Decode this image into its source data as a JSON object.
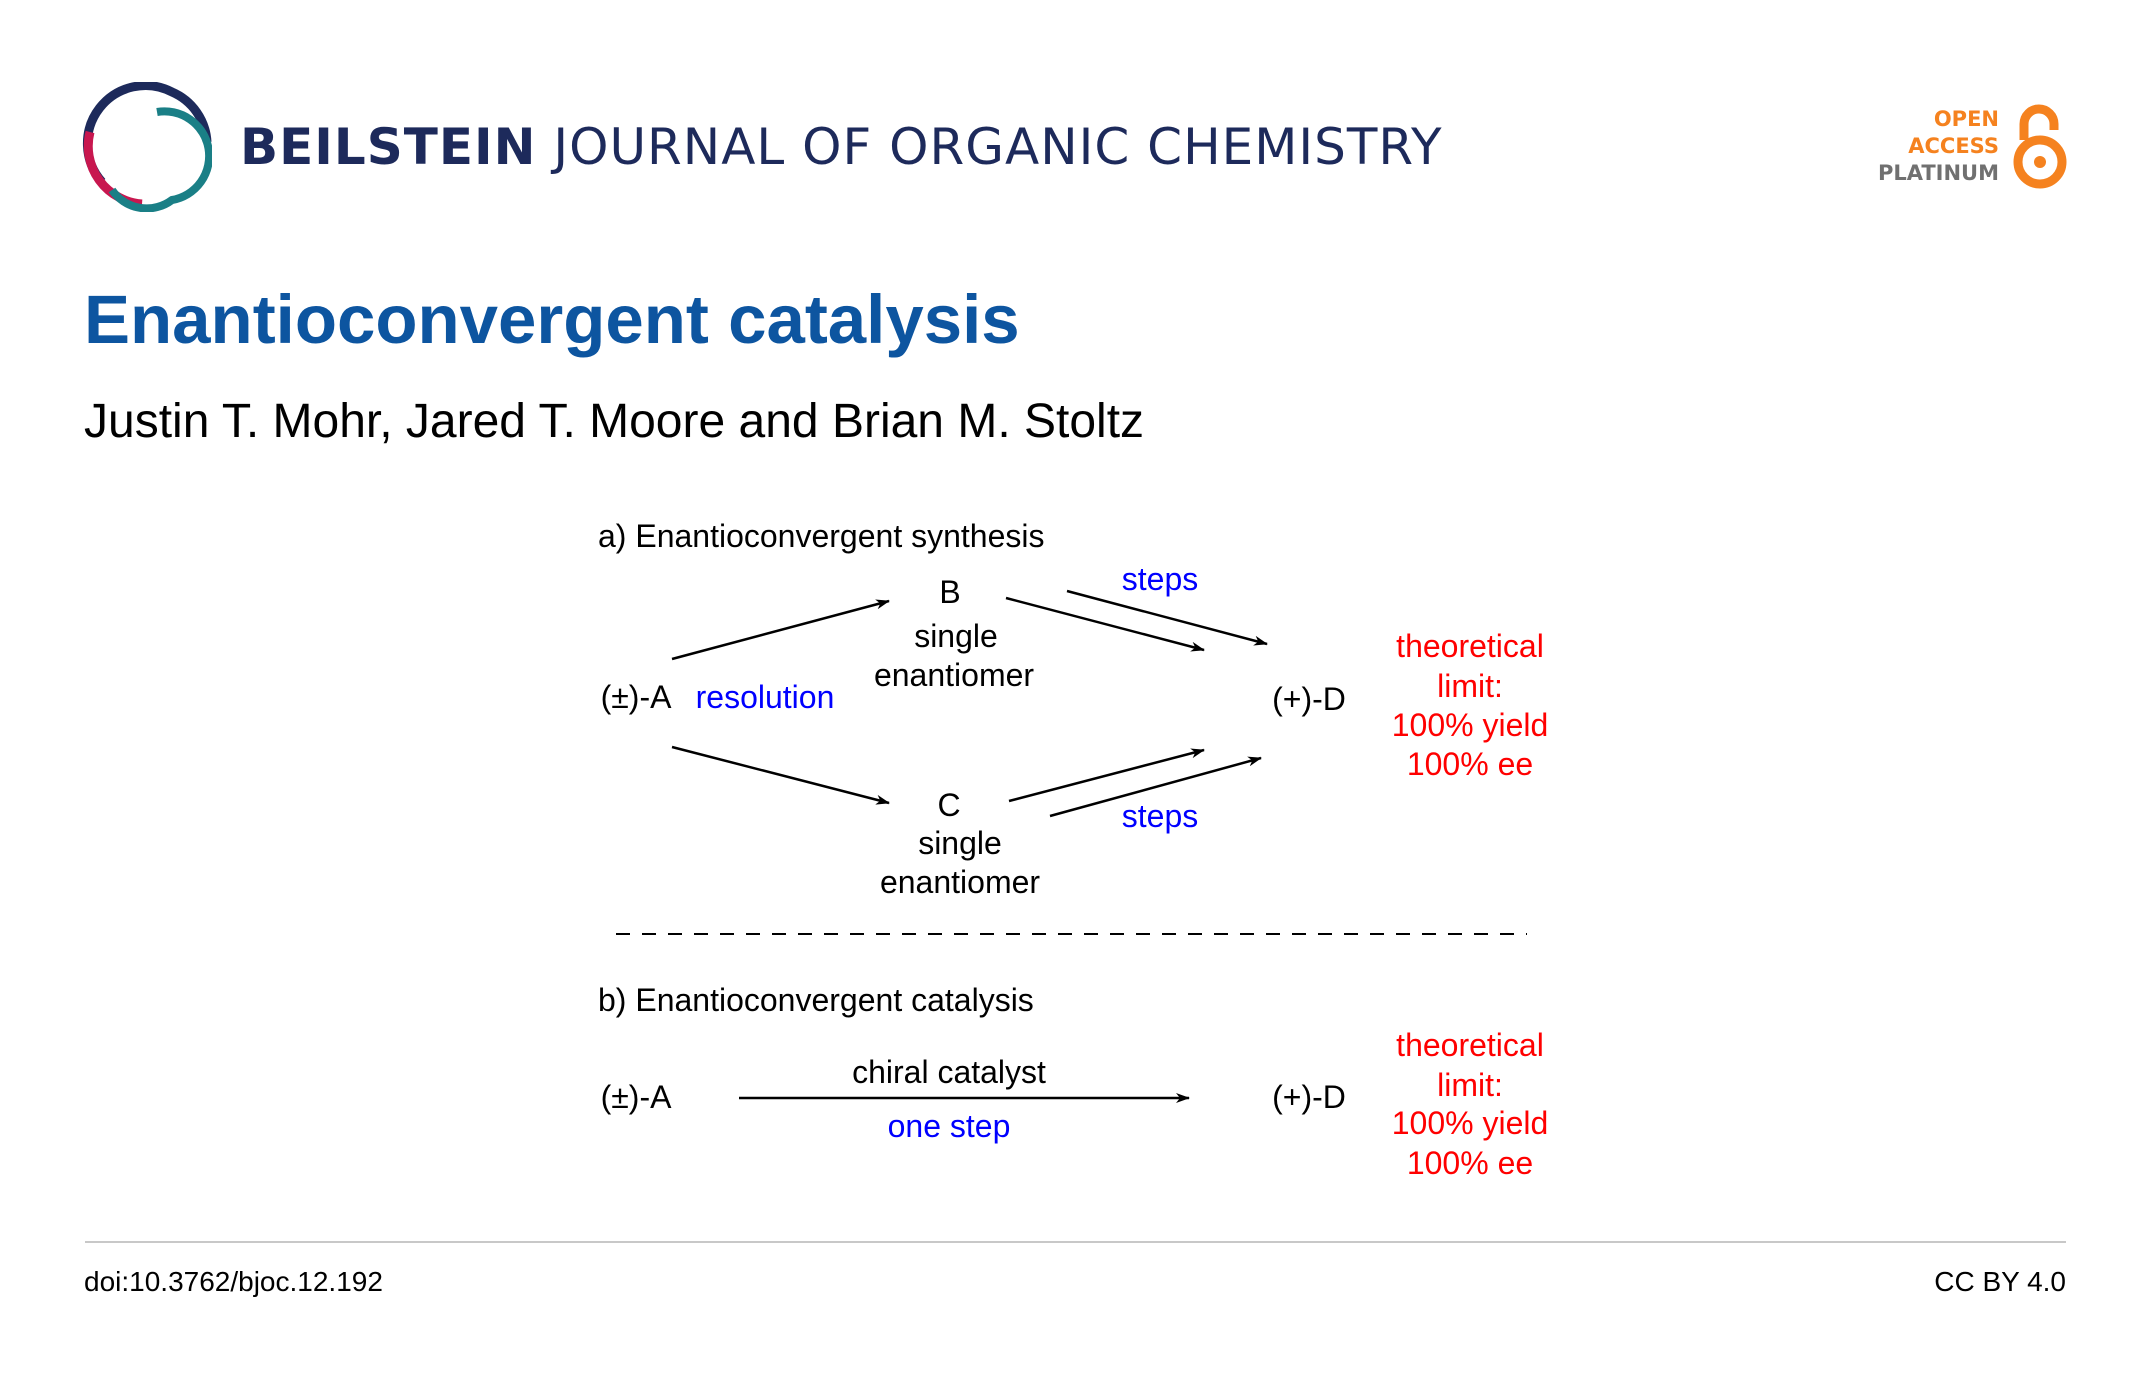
{
  "header": {
    "journal_bold": "BEILSTEIN",
    "journal_rest": "JOURNAL OF ORGANIC CHEMISTRY",
    "open_access": [
      "OPEN",
      "ACCESS",
      "PLATINUM"
    ],
    "colors": {
      "navy": "#1d2a5b",
      "crimson": "#c8174f",
      "teal": "#1a7f86",
      "orange": "#f5821f",
      "gray": "#707070"
    }
  },
  "article": {
    "title": "Enantioconvergent catalysis",
    "authors": "Justin T. Mohr, Jared T. Moore and Brian M. Stoltz"
  },
  "figure": {
    "a": {
      "label": "a) Enantioconvergent synthesis",
      "start": "(±)-A",
      "resolution": "resolution",
      "b_label": "B",
      "c_label": "C",
      "single": "single",
      "enantiomer": "enantiomer",
      "steps": "steps",
      "product": "(+)-D",
      "limit": [
        "theoretical",
        "limit:",
        "100% yield",
        "100% ee"
      ]
    },
    "b": {
      "label": "b) Enantioconvergent catalysis",
      "start": "(±)-A",
      "catalyst": "chiral catalyst",
      "one_step": "one step",
      "product": "(+)-D",
      "limit": [
        "theoretical",
        "limit:",
        "100% yield",
        "100% ee"
      ]
    }
  },
  "footer": {
    "doi": "doi:10.3762/bjoc.12.192",
    "license": "CC BY 4.0"
  }
}
